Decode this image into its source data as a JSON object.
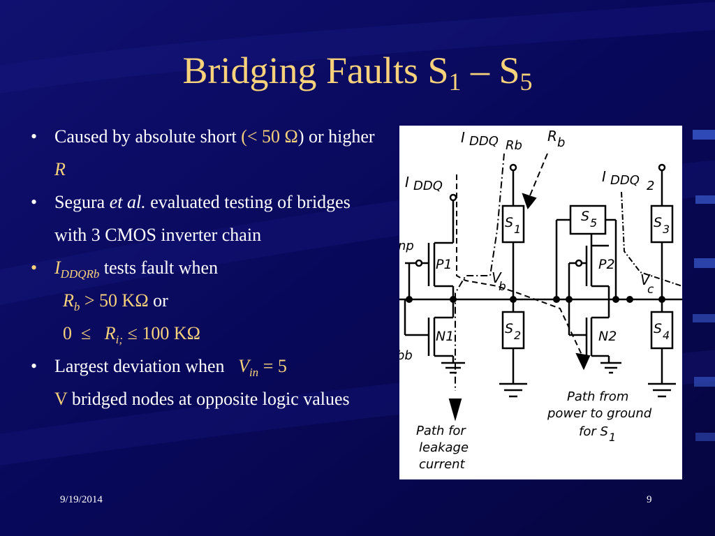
{
  "slide": {
    "title_main": "Bridging Faults S",
    "title_sub1": "1",
    "title_dash": " – S",
    "title_sub2": "5"
  },
  "bullets": {
    "b1": {
      "dot": "•",
      "text": "Caused by absolute short ",
      "paren": "(< 50 Ω",
      "rest": ") or higher ",
      "r": "R"
    },
    "b2": {
      "dot": "•",
      "text": "Segura ",
      "etal": "et al.",
      "rest": " evaluated testing of bridges with 3 CMOS inverter chain"
    },
    "b3": {
      "dot": "•",
      "i": "I",
      "sub": "DDQRb",
      "rest": " tests fault when"
    },
    "line_rb": {
      "r": "R",
      "sub": "b",
      "rest": " > 50 KΩ ",
      "or": "or"
    },
    "line_range": {
      "zero": "0",
      "le1": "≤",
      "r": "R",
      "sub": "i;",
      "rest": " ≤ 100 KΩ"
    },
    "b4": {
      "dot": "•",
      "text": "Largest deviation when ",
      "v": "V",
      "sub": "in",
      "eq": " = 5",
      "v2": "V",
      "rest": " bridged nodes at opposite logic values"
    }
  },
  "footer": {
    "date": "9/19/2014",
    "page": "9"
  },
  "figure": {
    "iddq": "I",
    "iddq_sub": "DDQ",
    "iddqrb": "I",
    "iddqrb_sub": "DDQ",
    "iddqrb_sub2": "Rb",
    "rb": "R",
    "rb_sub": "b",
    "iddq2": "I",
    "iddq2_sub": "DDQ",
    "iddq2_sub2": "2",
    "s1": "S",
    "s1_sub": "1",
    "s5": "S",
    "s5_sub": "5",
    "s3": "S",
    "s3_sub": "3",
    "s2": "S",
    "s2_sub": "2",
    "s4": "S",
    "s4_sub": "4",
    "p1": "P1",
    "p2": "P2",
    "n1": "N1",
    "n2": "N2",
    "vb": "V",
    "vb_sub": "b",
    "vc": "V",
    "vc_sub": "c",
    "inp": "np",
    "bb": "bb",
    "path_leak": [
      "Path for",
      "leakage",
      "current"
    ],
    "path_power": [
      "Path from",
      "power to ground",
      "for S"
    ],
    "path_power_sub": "1"
  },
  "colors": {
    "background": "#06064a",
    "title": "#f7d27a",
    "accent": "#f7d27a",
    "text": "#ffffff"
  }
}
